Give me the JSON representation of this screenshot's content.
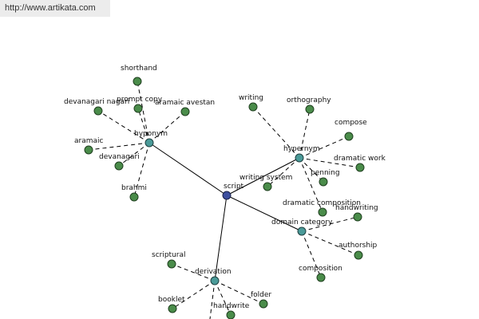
{
  "banner": {
    "url": "http://www.artikata.com"
  },
  "graph": {
    "root": {
      "id": "script",
      "label": "script"
    },
    "hubs": [
      {
        "id": "hyponym",
        "label": "hyponym"
      },
      {
        "id": "hypernym",
        "label": "hypernym"
      },
      {
        "id": "domain-category",
        "label": "domain category"
      },
      {
        "id": "derivation",
        "label": "derivation"
      }
    ],
    "leaves": [
      {
        "id": "shorthand",
        "label": "shorthand",
        "hub": "hyponym"
      },
      {
        "id": "prompt-copy",
        "label": "prompt copy",
        "hub": "hyponym"
      },
      {
        "id": "devanagari-nagari",
        "label": "devanagari nagari",
        "hub": "hyponym"
      },
      {
        "id": "aramaic-avestan",
        "label": "aramaic avestan",
        "hub": "hyponym"
      },
      {
        "id": "aramaic",
        "label": "aramaic",
        "hub": "hyponym"
      },
      {
        "id": "devanagari",
        "label": "devanagari",
        "hub": "hyponym"
      },
      {
        "id": "brahmi",
        "label": "brahmi",
        "hub": "hyponym"
      },
      {
        "id": "writing",
        "label": "writing",
        "hub": "hypernym"
      },
      {
        "id": "orthography",
        "label": "orthography",
        "hub": "hypernym"
      },
      {
        "id": "compose",
        "label": "compose",
        "hub": "hypernym"
      },
      {
        "id": "dramatic-work",
        "label": "dramatic work",
        "hub": "hypernym"
      },
      {
        "id": "writing-system",
        "label": "writing system",
        "hub": "hypernym"
      },
      {
        "id": "penning",
        "label": "penning",
        "hub": "hypernym"
      },
      {
        "id": "dramatic-composition",
        "label": "dramatic composition",
        "hub": "hypernym"
      },
      {
        "id": "handwriting",
        "label": "handwriting",
        "hub": "domain-category"
      },
      {
        "id": "authorship",
        "label": "authorship",
        "hub": "domain-category"
      },
      {
        "id": "composition",
        "label": "composition",
        "hub": "domain-category"
      },
      {
        "id": "scriptural",
        "label": "scriptural",
        "hub": "derivation"
      },
      {
        "id": "booklet",
        "label": "booklet",
        "hub": "derivation"
      },
      {
        "id": "handwrite",
        "label": "handwrite",
        "hub": "derivation"
      },
      {
        "id": "folder",
        "label": "folder",
        "hub": "derivation"
      },
      {
        "id": "offscreen-leaf",
        "label": "",
        "hub": "derivation"
      }
    ],
    "colors": {
      "root": "#3d4f9f",
      "hub": "#4a9a98",
      "leaf": "#4a8c4a"
    }
  }
}
